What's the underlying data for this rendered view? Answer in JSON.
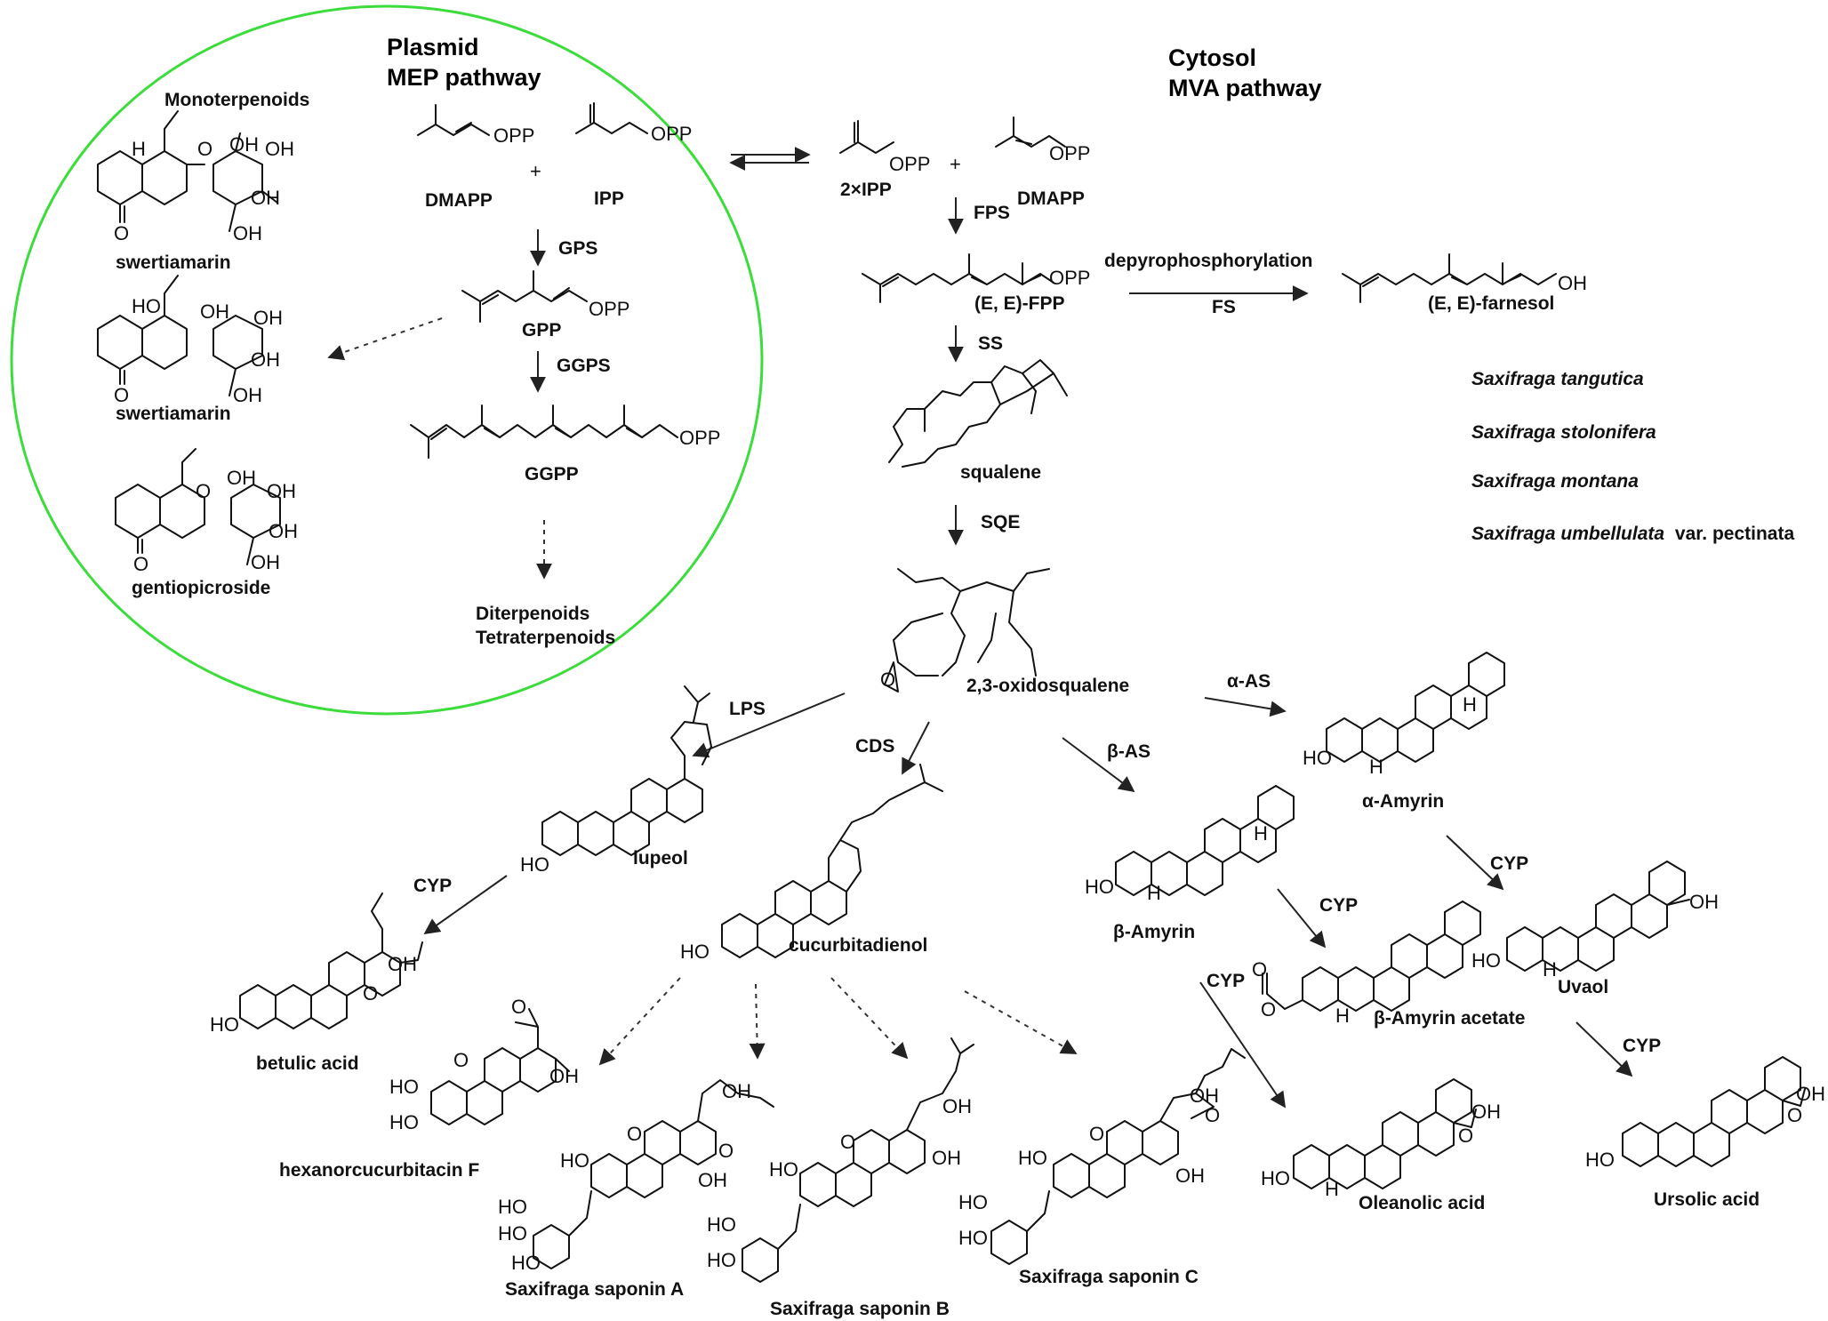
{
  "headers": {
    "plasmid": [
      "Plasmid",
      "MEP pathway"
    ],
    "cytosol": [
      "Cytosol",
      "MVA pathway"
    ],
    "monoterpenoids": "Monoterpenoids"
  },
  "colors": {
    "tangutica": "#e8141b",
    "stolonifera": "#8b2be2",
    "montana": "#7a7a12",
    "umbellulata": "#f08a4b",
    "ellipse": "#3ddc3d",
    "text": "#111111"
  },
  "legend": {
    "tangutica": "Saxifraga tangutica",
    "stolonifera": "Saxifraga stolonifera",
    "montana": "Saxifraga montana",
    "umbellulata_italic": "Saxifraga umbellulata",
    "umbellulata_rest": "var. pectinata"
  },
  "compounds": {
    "dmapp_left": "DMAPP",
    "ipp_left": "IPP",
    "ipp_right": "2×IPP",
    "dmapp_right": "DMAPP",
    "gpp": "GPP",
    "ggpp": "GGPP",
    "terp": [
      "Diterpenoids",
      "Tetraterpenoids"
    ],
    "fpp": "(E, E)-FPP",
    "farnesol": "(E, E)-farnesol",
    "squalene": "squalene",
    "oxidosqualene": "2,3-oxidosqualene",
    "lupeol": "lupeol",
    "cucurbitadienol": "cucurbitadienol",
    "alpha_amyrin": "α-Amyrin",
    "beta_amyrin": "β-Amyrin",
    "swertiamarin1": "swertiamarin",
    "swertiamarin2": "swertiamarin",
    "gentiopicroside": "gentiopicroside",
    "betulic": "betulic acid",
    "hexanor": "hexanorcucurbitacin F",
    "sapA": "Saxifraga saponin A",
    "sapB": "Saxifraga saponin B",
    "sapC": "Saxifraga saponin C",
    "beta_acetate": "β-Amyrin acetate",
    "oleanolic": "Oleanolic acid",
    "uvaol": "Uvaol",
    "ursolic": "Ursolic acid"
  },
  "enzymes": {
    "gps": "GPS",
    "ggps": "GGPS",
    "fps": "FPS",
    "depyro": "depyrophosphorylation",
    "fs": "FS",
    "ss": "SS",
    "sqe": "SQE",
    "lps": "LPS",
    "cds": "CDS",
    "alpha_as": "α-AS",
    "beta_as": "β-AS",
    "cyp_betulic": "CYP",
    "cyp_beta": "CYP",
    "cyp_uvaol": "CYP",
    "cyp_oleanolic": "CYP",
    "cyp_ursolic": "CYP"
  },
  "atoms": {
    "opp": "OPP",
    "oh": "OH",
    "ho": "HO",
    "o": "O",
    "h": "H",
    "plus": "+",
    "cooh": "OH"
  }
}
